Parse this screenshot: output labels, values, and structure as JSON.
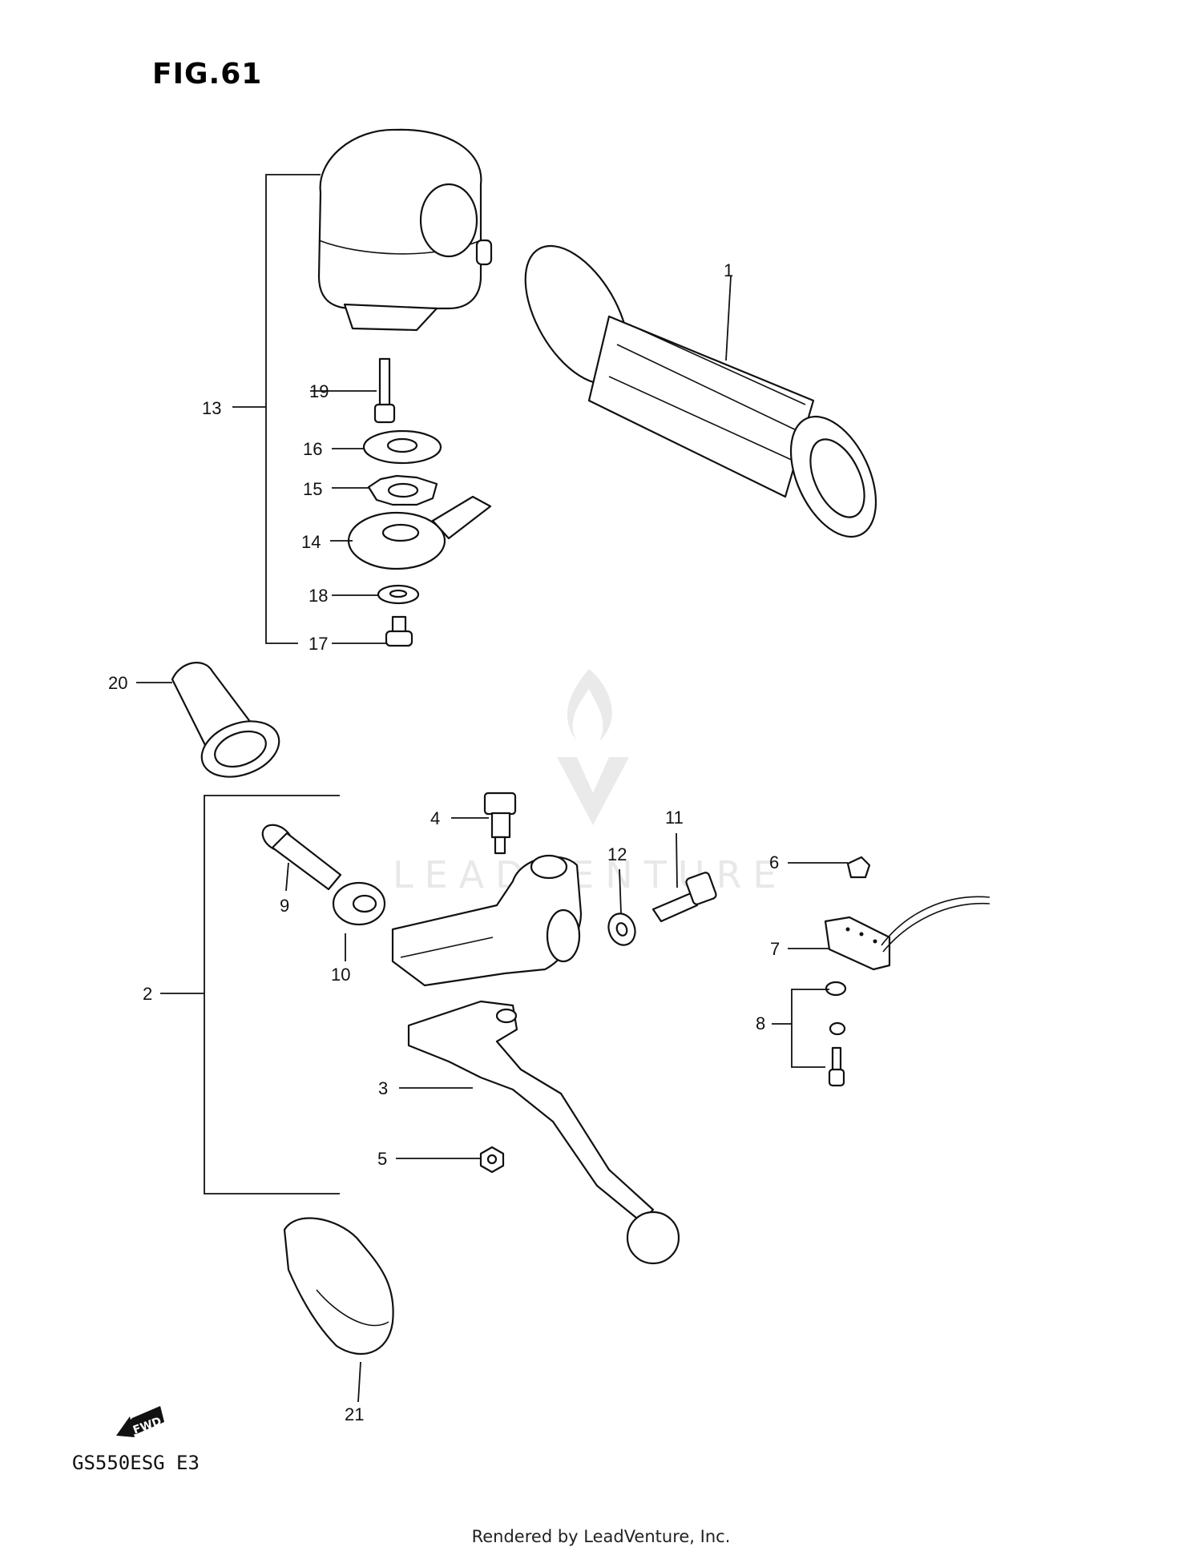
{
  "figure": {
    "title": "FIG.61"
  },
  "callouts": {
    "p1": "1",
    "p2": "2",
    "p3": "3",
    "p4": "4",
    "p5": "5",
    "p6": "6",
    "p7": "7",
    "p8": "8",
    "p9": "9",
    "p10": "10",
    "p11": "11",
    "p12": "12",
    "p13": "13",
    "p14": "14",
    "p15": "15",
    "p16": "16",
    "p17": "17",
    "p18": "18",
    "p19": "19",
    "p20": "20",
    "p21": "21"
  },
  "direction_marker": {
    "label": "FWD"
  },
  "model_code": "GS550ESG E3",
  "watermark": {
    "text": "LEADVENTURE"
  },
  "footer": "Rendered by LeadVenture, Inc."
}
